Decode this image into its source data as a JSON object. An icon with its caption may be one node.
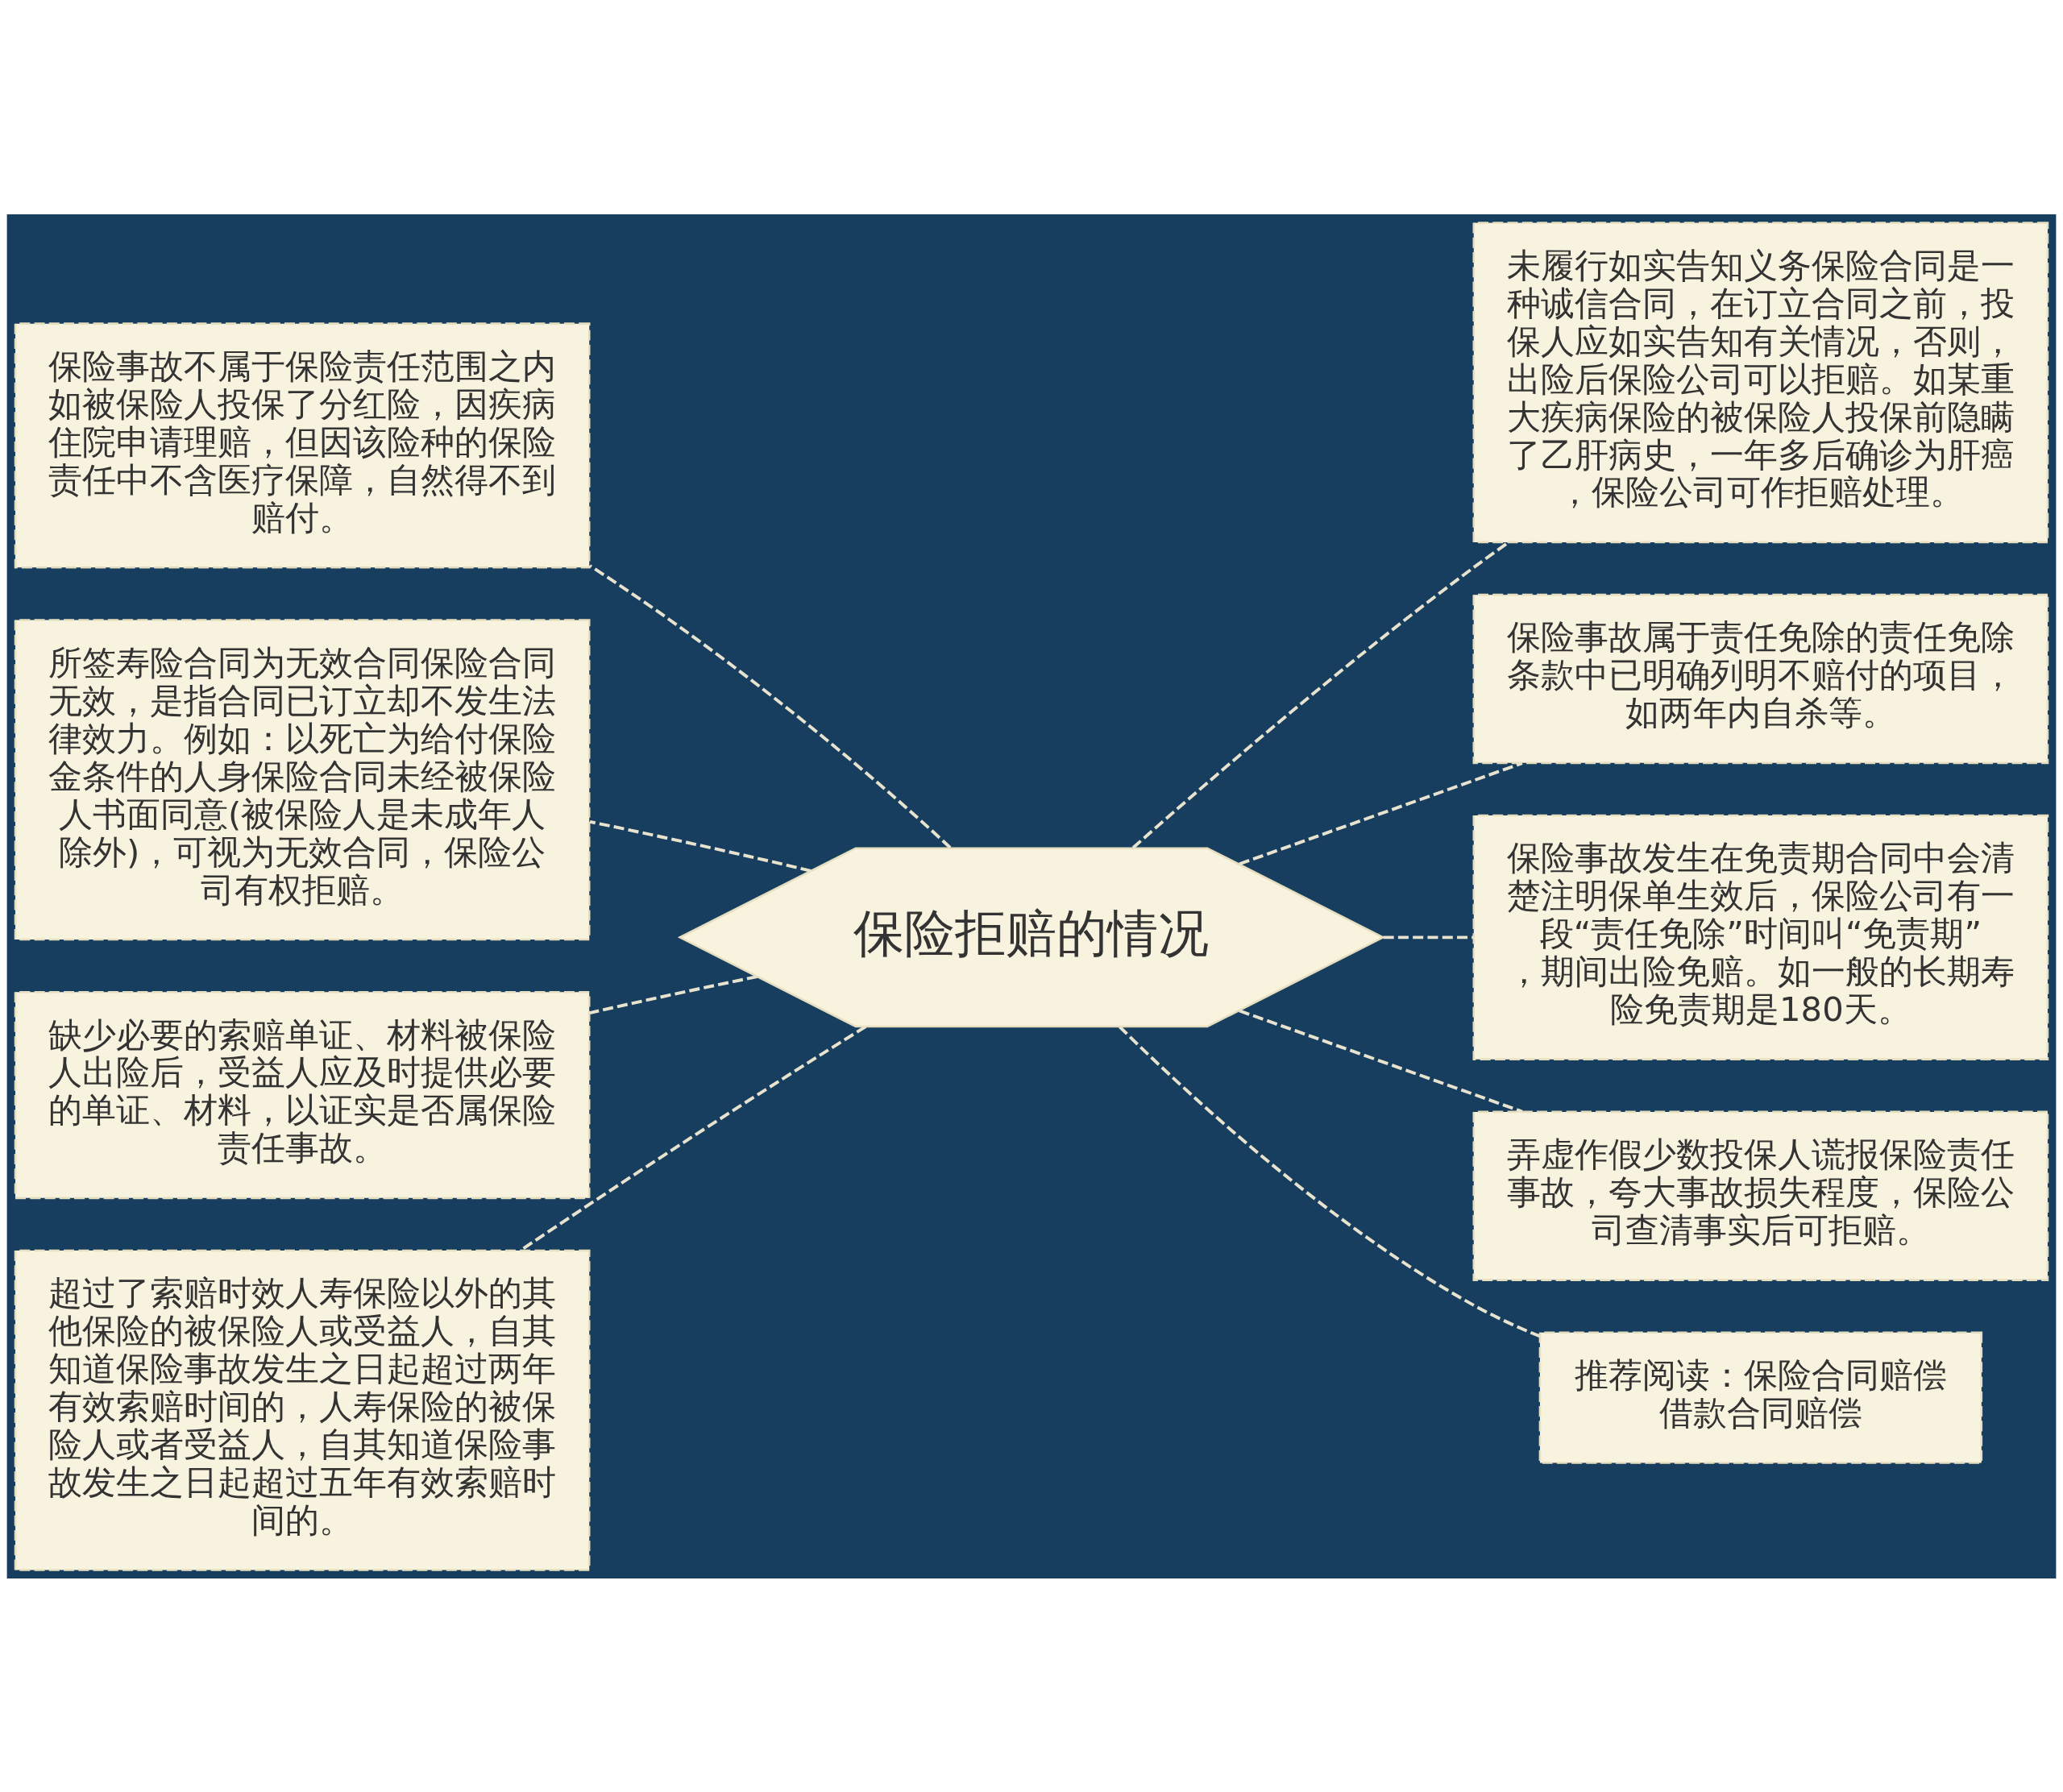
{
  "diagram": {
    "nodes": [
      {
        "text": [
          "保险拒赔的情况"
        ]
      },
      {
        "text": [
          "保险事故不属于保险责任范围之内如被保险人投保了分红险，因疾病住院申请理赔，但因该险种的保险责任中不含医疗保障，自然得不到赔付。"
        ]
      },
      {
        "text": [
          "所签寿险合同为无效合同保险合同无效，是指合同已订立却不发生法律效力。例如：以死亡为给付保险金条件的人身保险合同未经被保险人书面同意(被保险人是未成年人除外)，可视为无效合同，保险公司有权拒赔。"
        ]
      },
      {
        "text": [
          "缺少必要的索赔单证、材料被保险人出险后，受益人应及时提供必要的单证、材料，以证实是否属保险责任事故。"
        ]
      },
      {
        "text": [
          "超过了索赔时效人寿保险以外的其他保险的被保险人或受益人，自其知道保险事故发生之日起超过两年有效索赔时间的，人寿保险的被保险人或者受益人，自其知道保险事故发生之日起超过五年有效索赔时间的。"
        ]
      },
      {
        "text": [
          "未履行如实告知义务保险合同是一种诚信合同，在订立合同之前，投保人应如实告知有关情况，否则，出险后保险公司可以拒赔。如某重大疾病保险的被保险人投保前隐瞒了乙肝病史，一年多后确诊为肝癌，保险公司可作拒赔处理。"
        ]
      },
      {
        "text": [
          "保险事故属于责任免除的责任免除条款中已明确列明不赔付的项目，如两年内自杀等。"
        ]
      },
      {
        "text": [
          "保险事故发生在免责期合同中会清楚注明保单生效后，保险公司有一段“责任免除”时间叫“免责期”，期间出险免赔。如一般的长期寿险免责期是180天。"
        ]
      },
      {
        "text": [
          "弄虚作假少数投保人谎报保险责任事故，夸大事故损失程度，保险公司查清事实后可拒赔。"
        ]
      },
      {
        "text": [
          "推荐阅读：保险合同赔偿",
          "借款合同赔偿"
        ]
      }
    ],
    "edges": [
      {
        "from": 0,
        "to": 1,
        "arrow": "none",
        "style": "dashed"
      },
      {
        "from": 0,
        "to": 2,
        "arrow": "none",
        "style": "dashed"
      },
      {
        "from": 0,
        "to": 3,
        "arrow": "none",
        "style": "dashed"
      },
      {
        "from": 0,
        "to": 4,
        "arrow": "none",
        "style": "dashed"
      },
      {
        "from": 0,
        "to": 5,
        "arrow": "none",
        "style": "dashed"
      },
      {
        "from": 0,
        "to": 6,
        "arrow": "none",
        "style": "dashed"
      },
      {
        "from": 0,
        "to": 7,
        "arrow": "none",
        "style": "dashed"
      },
      {
        "from": 0,
        "to": 8,
        "arrow": "none",
        "style": "dashed"
      },
      {
        "from": 0,
        "to": 9,
        "arrow": "none",
        "style": "dashed"
      }
    ]
  }
}
